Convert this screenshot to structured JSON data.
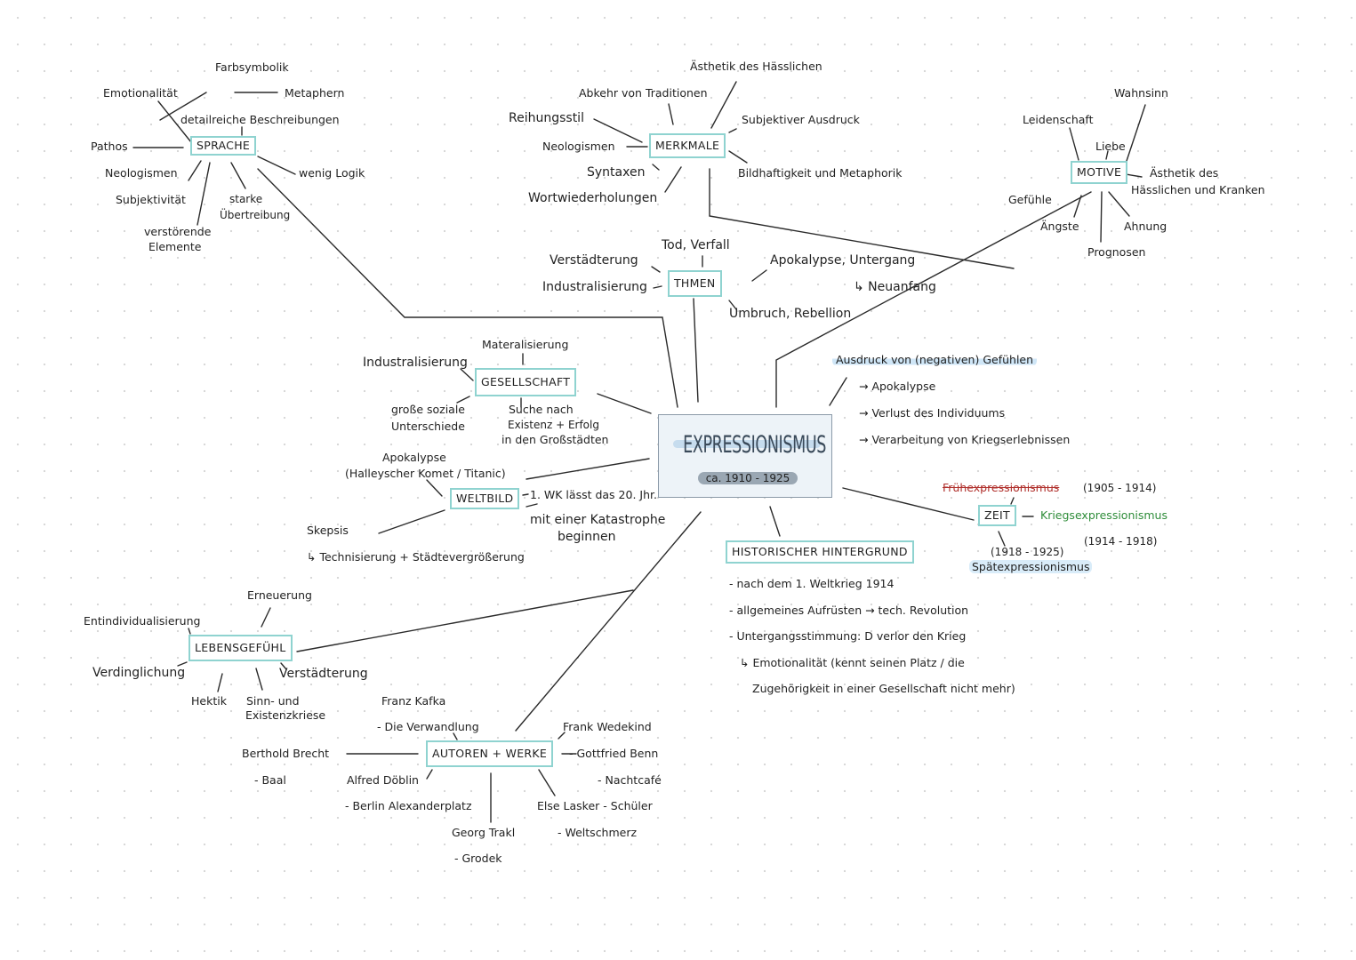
{
  "center": {
    "title": "EXPRESSIONISMUS",
    "years": "ca. 1910 - 1925"
  },
  "colors": {
    "box_border": "#8fd3d0",
    "center_fill": "#edf3f8",
    "highlight_blue": "#cfe6f7",
    "red": "#b0302c",
    "green": "#2f8d3a"
  },
  "sprache": {
    "label": "SPRACHE",
    "items": [
      "Farbsymbolik",
      "Emotionalität",
      "Metaphern",
      "detailreiche Beschreibungen",
      "Pathos",
      "Neologismen",
      "wenig Logik",
      "Subjektivität",
      "starke",
      "Übertreibung",
      "verstörende",
      "Elemente"
    ]
  },
  "merkmale": {
    "label": "MERKMALE",
    "items": [
      "Ästhetik des Hässlichen",
      "Abkehr von Traditionen",
      "Reihungsstil",
      "Subjektiver Ausdruck",
      "Neologismen",
      "Syntaxen",
      "Bildhaftigkeit und Metaphorik",
      "Wortwiederholungen"
    ]
  },
  "motive": {
    "label": "MOTIVE",
    "items": [
      "Wahnsinn",
      "Leidenschaft",
      "Liebe",
      "Ästhetik des",
      "Hässlichen und Kranken",
      "Gefühle",
      "Ängste",
      "Ahnung",
      "Prognosen"
    ]
  },
  "themen": {
    "label": "THMEN",
    "items": [
      "Tod, Verfall",
      "Verstädterung",
      "Apokalypse, Untergang",
      "Industralisierung",
      "↳ Neuanfang",
      "Umbruch, Rebellion"
    ]
  },
  "gesellschaft": {
    "label": "GESELLSCHAFT",
    "items": [
      "Materalisierung",
      "Industralisierung",
      "große soziale",
      "Unterschiede",
      "Suche nach",
      "Existenz + Erfolg",
      "in den Großstädten"
    ]
  },
  "weltbild": {
    "label": "WELTBILD",
    "items": [
      "Apokalypse",
      "(Halleyscher Komet / Titanic)",
      "1. WK lässt das 20. Jhr.",
      "mit einer Katastrophe",
      "beginnen",
      "Skepsis",
      "↳ Technisierung + Städtevergrößerung"
    ]
  },
  "ausdruck": {
    "items": [
      "Ausdruck von (negativen) Gefühlen",
      "→ Apokalypse",
      "→ Verlust des Individuums",
      "→ Verarbeitung von Kriegserlebnissen"
    ]
  },
  "zeit": {
    "label": "ZEIT",
    "items": [
      "Frühexpressionismus",
      "(1905 - 1914)",
      "Kriegsexpressionismus",
      "(1914 - 1918)",
      "(1918 - 1925)",
      "Spätexpressionismus"
    ]
  },
  "historisch": {
    "label": "HISTORISCHER HINTERGRUND",
    "items": [
      "- nach dem 1. Weltkrieg 1914",
      "- allgemeines Aufrüsten → tech. Revolution",
      "- Untergangsstimmung: D verlor den Krieg",
      "↳ Emotionalität (kennt seinen Platz / die",
      "Zugehörigkeit in einer Gesellschaft nicht mehr)"
    ]
  },
  "lebensgefuehl": {
    "label": "LEBENSGEFÜHL",
    "items": [
      "Erneuerung",
      "Entindividualisierung",
      "Verdinglichung",
      "Verstädterung",
      "Hektik",
      "Sinn- und",
      "Existenzkriese"
    ]
  },
  "autoren": {
    "label": "AUTOREN + WERKE",
    "items": [
      "Franz Kafka",
      "- Die Verwandlung",
      "Frank Wedekind",
      "Berthold Brecht",
      "- Gottfried Benn",
      "- Baal",
      "Alfred Döblin",
      "- Nachtcafé",
      "- Berlin Alexanderplatz",
      "Else Lasker - Schüler",
      "Georg Trakl",
      "- Weltschmerz",
      "- Grodek"
    ]
  }
}
